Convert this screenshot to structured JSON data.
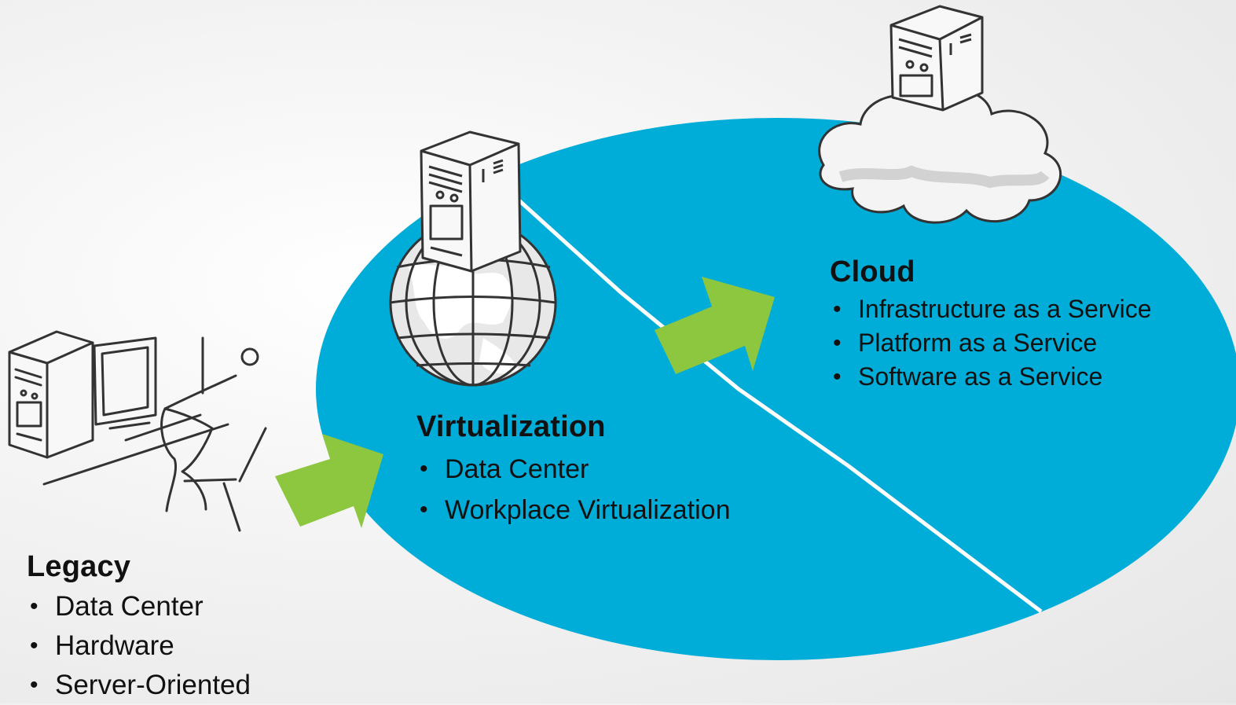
{
  "legacy": {
    "title": "Legacy",
    "items": [
      "Data Center",
      "Hardware",
      "Server-Oriented"
    ]
  },
  "virtualization": {
    "title": "Virtualization",
    "items": [
      "Data Center",
      "Workplace Virtualization"
    ]
  },
  "cloud": {
    "title": "Cloud",
    "items": [
      "Infrastructure as a Service",
      "Platform as a Service",
      "Software as a Service"
    ]
  },
  "colors": {
    "ellipse": "#00acd8",
    "arrow": "#8dc63f",
    "divider": "#ffffff",
    "cloud_fill": "#f4f4f4",
    "line_art": "#333333"
  },
  "icons": [
    "legacy-workstation-icon",
    "globe-icon",
    "server-icon",
    "cloud-icon",
    "arrow-right-icon"
  ]
}
